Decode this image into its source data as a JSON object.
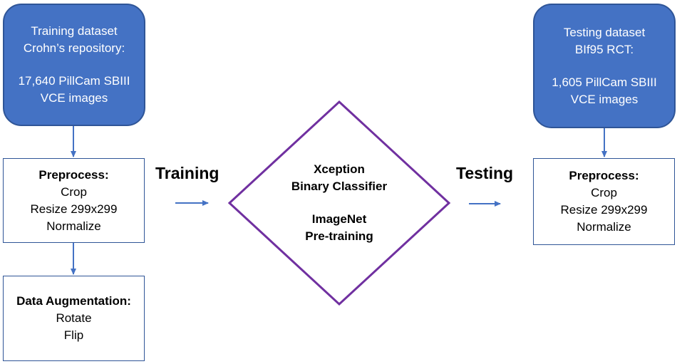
{
  "training_dataset": {
    "line1": "Training dataset",
    "line2": "Crohn’s repository:",
    "line3": "17,640 PillCam SBIII",
    "line4": "VCE images"
  },
  "testing_dataset": {
    "line1": "Testing dataset",
    "line2": "BIf95 RCT:",
    "line3": "1,605 PillCam SBIII",
    "line4": "VCE images"
  },
  "preprocess_left": {
    "heading": "Preprocess:",
    "steps": [
      "Crop",
      "Resize 299x299",
      "Normalize"
    ]
  },
  "preprocess_right": {
    "heading": "Preprocess:",
    "steps": [
      "Crop",
      "Resize 299x299",
      "Normalize"
    ]
  },
  "augmentation": {
    "heading": "Data Augmentation:",
    "steps": [
      "Rotate",
      "Flip"
    ]
  },
  "model": {
    "line1": "Xception",
    "line2": "Binary Classifier",
    "line3": "ImageNet",
    "line4": "Pre-training"
  },
  "phases": {
    "training": "Training",
    "testing": "Testing"
  },
  "colors": {
    "dataset_fill": "#4472c4",
    "box_border": "#2f5597",
    "arrow": "#4472c4",
    "diamond_border": "#7030a0"
  }
}
